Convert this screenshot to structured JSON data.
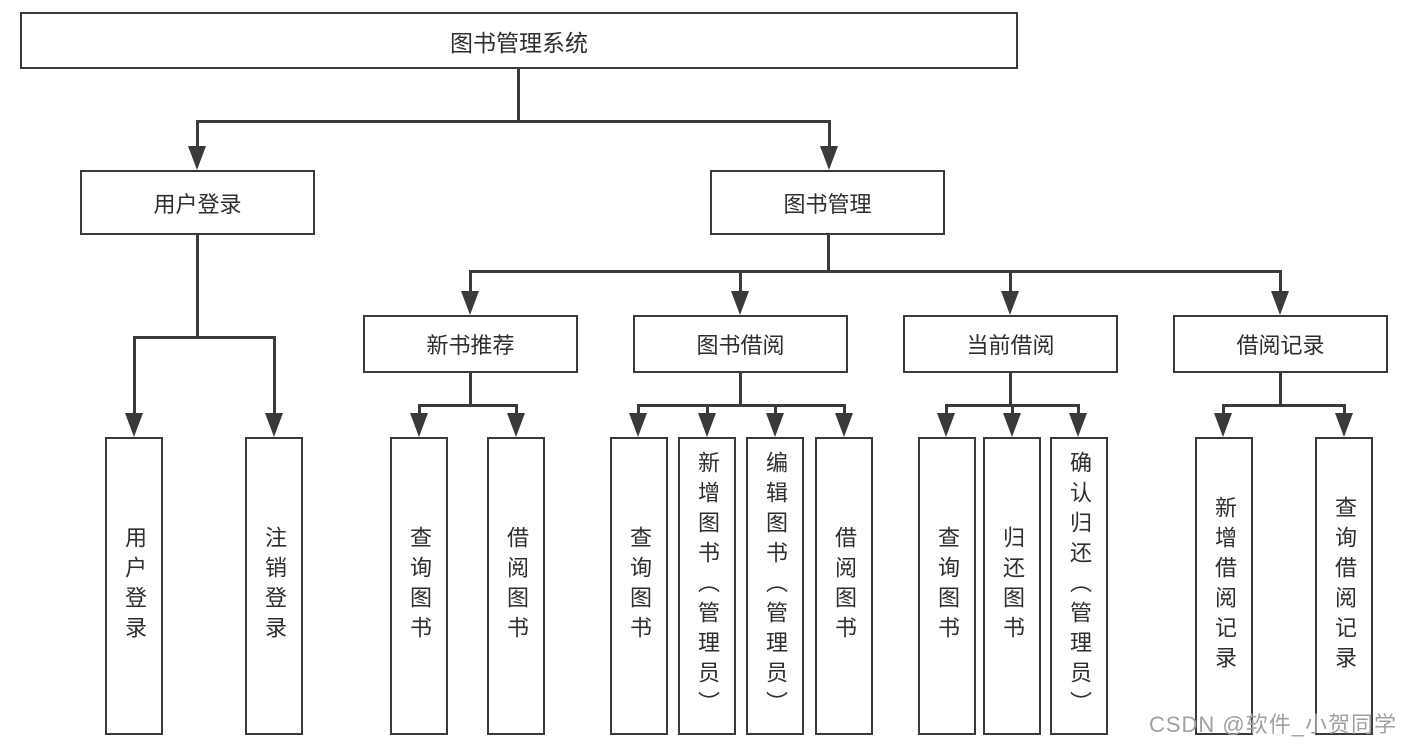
{
  "nodes": {
    "root": "图书管理系统",
    "level2": [
      "用户登录",
      "图书管理"
    ],
    "level3": [
      "新书推荐",
      "图书借阅",
      "当前借阅",
      "借阅记录"
    ],
    "level4": {
      "login": [
        "用户登录",
        "注销登录"
      ],
      "recommend": [
        "查询图书",
        "借阅图书"
      ],
      "borrow": [
        "查询图书",
        "新增图书（管理员）",
        "编辑图书（管理员）",
        "借阅图书"
      ],
      "current": [
        "查询图书",
        "归还图书",
        "确认归还（管理员）"
      ],
      "records": [
        "新增借阅记录",
        "查询借阅记录"
      ]
    }
  },
  "watermark": "CSDN @软件_小贺同学",
  "colors": {
    "line": "#3a3a3a",
    "text": "#2e2e2e",
    "background": "#ffffff",
    "watermark": "#a0a0a0"
  }
}
